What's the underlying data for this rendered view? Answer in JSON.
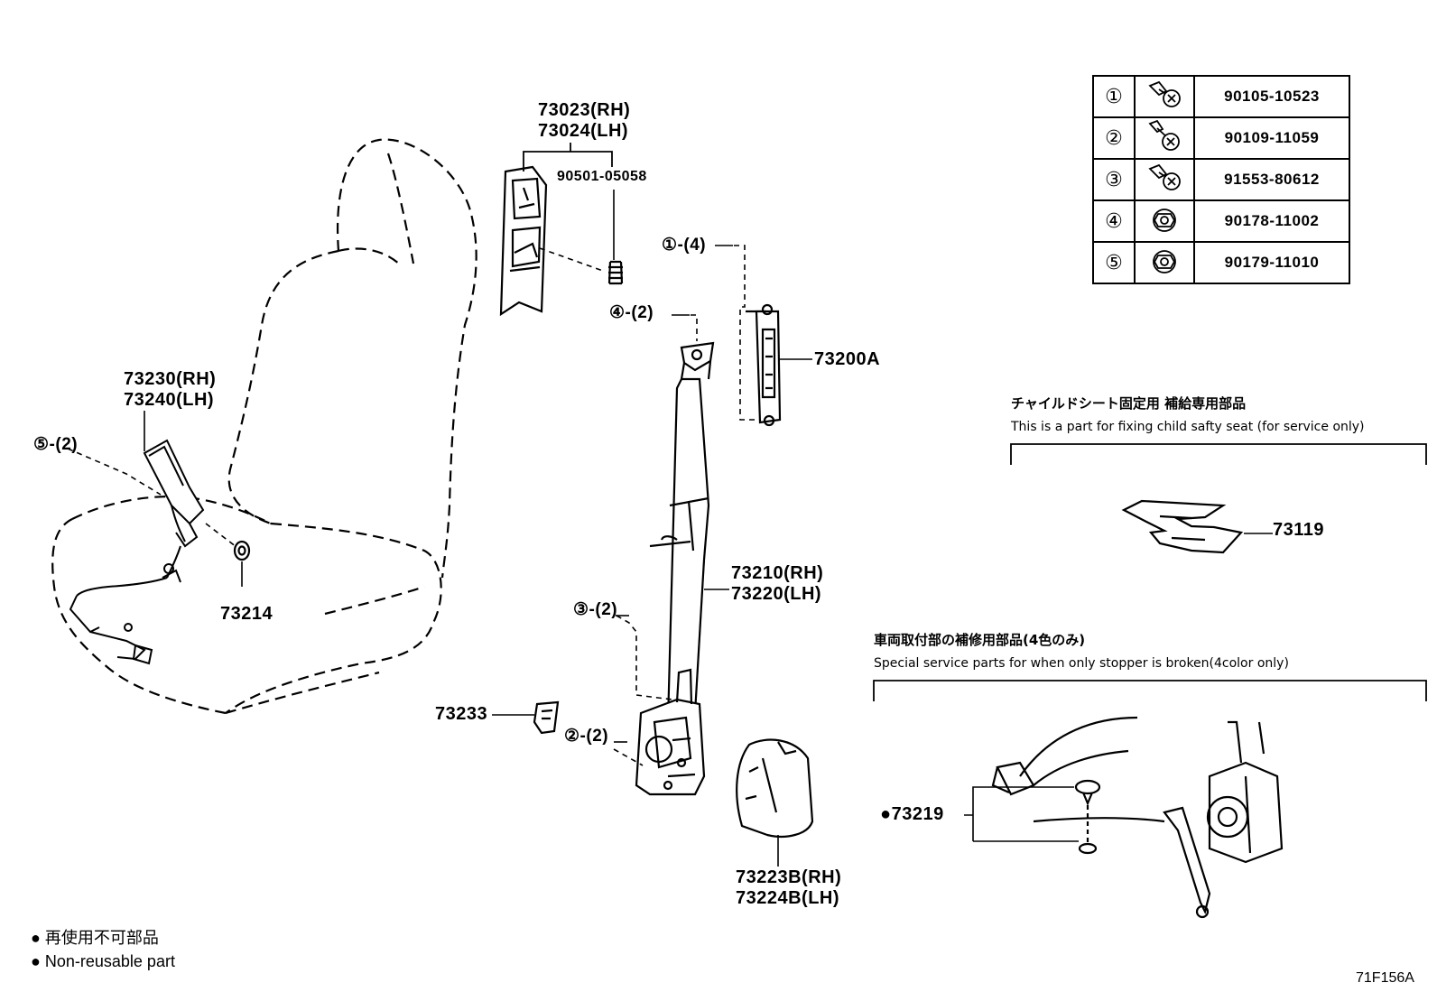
{
  "fastener_table": [
    {
      "index": "①",
      "icon": "flange-bolt-icon",
      "part": "90105-10523"
    },
    {
      "index": "②",
      "icon": "flange-bolt-icon",
      "part": "90109-11059"
    },
    {
      "index": "③",
      "icon": "flange-bolt-icon",
      "part": "91553-80612"
    },
    {
      "index": "④",
      "icon": "flange-nut-icon",
      "part": "90178-11002"
    },
    {
      "index": "⑤",
      "icon": "flange-nut-icon",
      "part": "90179-11010"
    }
  ],
  "labels": {
    "cover_rh": "73023(RH)",
    "cover_lh": "73024(LH)",
    "clip": "90501-05058",
    "bolt1_qty": "①-(4)",
    "nut4_qty": "④-(2)",
    "adjuster": "73200A",
    "buckle_rh": "73230(RH)",
    "buckle_lh": "73240(LH)",
    "nut5_qty": "⑤-(2)",
    "washer": "73214",
    "belt_rh": "73210(RH)",
    "belt_lh": "73220(LH)",
    "bolt3_qty": "③-(2)",
    "stopper_button": "73233",
    "bolt2_qty": "②-(2)",
    "retractor_cover_rh": "73223B(RH)",
    "retractor_cover_lh": "73224B(LH)",
    "child_plate": "73119",
    "stopper_kit": "●73219"
  },
  "notes": {
    "child_jp": "チャイルドシート固定用 補給専用部品",
    "child_en": "This is a part for fixing child safty seat (for service only)",
    "stopper_jp": "車両取付部の補修用部品(4色のみ)",
    "stopper_en": "Special service parts for when only stopper is broken(4color only)"
  },
  "legend": {
    "jp": "● 再使用不可部品",
    "en": "● Non-reusable part"
  },
  "figure_id": "71F156A"
}
